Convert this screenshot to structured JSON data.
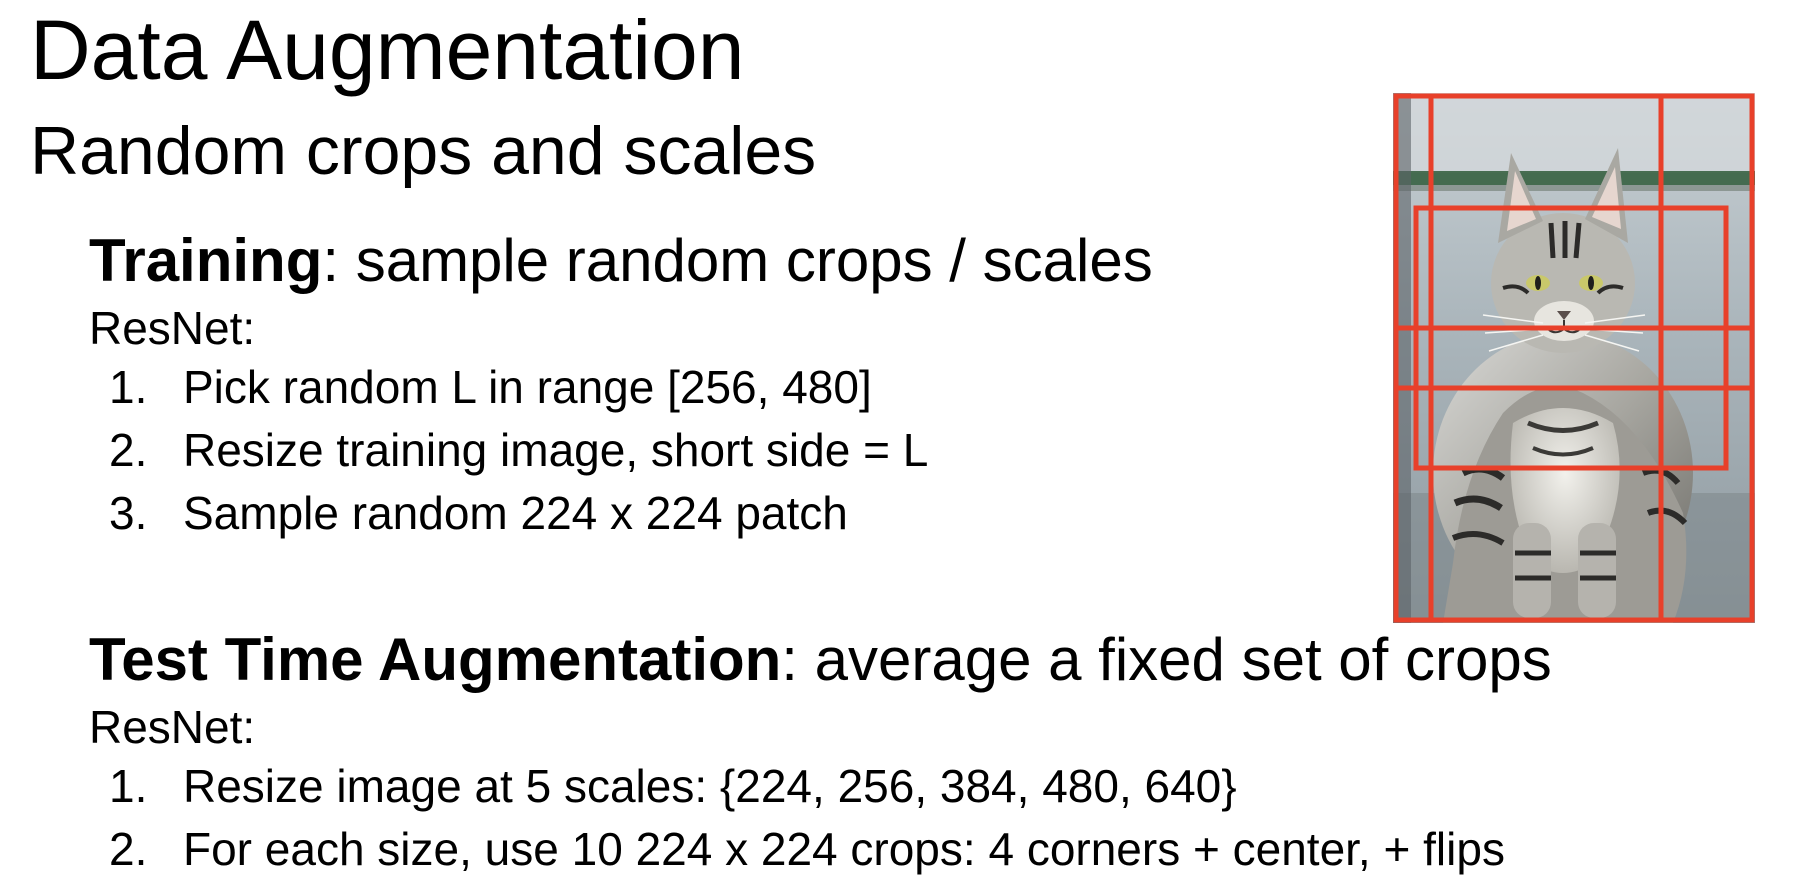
{
  "slide": {
    "title": "Data Augmentation",
    "subtitle": "Random crops and scales"
  },
  "training": {
    "heading_bold": "Training",
    "heading_rest": ": sample random crops / scales",
    "net_label": "ResNet:",
    "steps": [
      {
        "num": "1.",
        "text": "Pick random L in range [256, 480]"
      },
      {
        "num": "2.",
        "text": "Resize training image, short side = L"
      },
      {
        "num": "3.",
        "text": "Sample random 224 x 224 patch"
      }
    ]
  },
  "tta": {
    "heading_bold": "Test Time Augmentation",
    "heading_rest": ": average a fixed set of crops",
    "net_label": "ResNet:",
    "steps": [
      {
        "num": "1.",
        "text": "Resize image at 5 scales:  {224, 256, 384, 480, 640}"
      },
      {
        "num": "2.",
        "text": "For each size, use 10 224 x 224 crops: 4 corners + center, + flips"
      }
    ]
  },
  "figure": {
    "subject": "tabby cat photo",
    "crop_box_color": "#e8402a"
  }
}
